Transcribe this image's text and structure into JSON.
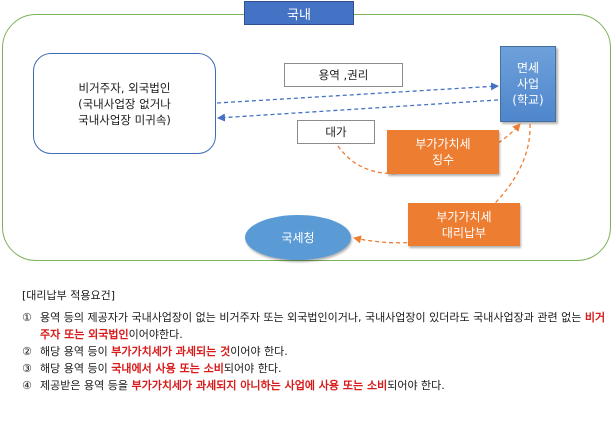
{
  "region": {
    "title": "국내"
  },
  "foreign_supplier": {
    "lines": [
      "비거주자, 외국법인",
      "(국내사업장 없거나",
      "국내사업장 미귀속)"
    ]
  },
  "dutyfree_business": {
    "lines": [
      "면세",
      "사업",
      "(학교)"
    ]
  },
  "tax_office": {
    "label": "국세청"
  },
  "flow_labels": {
    "services": "용역 ,권리",
    "payment": "대가"
  },
  "vat_collection": {
    "lines": [
      "부가가치세",
      "징수"
    ]
  },
  "vat_proxy_payment": {
    "lines": [
      "부가가치세",
      "대리납부"
    ]
  },
  "conditions": {
    "title": "[대리납부 적용요건]",
    "items": [
      {
        "num": "①",
        "parts": [
          {
            "text": "용역 등의 제공자가 국내사업장이 없는 비거주자 또는 외국법인이거나, 국내사업장이 있더라도 국내사업장과 관련 없는 ",
            "hl": false
          },
          {
            "text": "비거주자 또는 외국법인",
            "hl": true
          },
          {
            "text": "이어야한다.",
            "hl": false
          }
        ]
      },
      {
        "num": "②",
        "parts": [
          {
            "text": "해당 용역 등이 ",
            "hl": false
          },
          {
            "text": "부가가치세가 과세되는 것",
            "hl": true
          },
          {
            "text": "이어야 한다.",
            "hl": false
          }
        ]
      },
      {
        "num": "③",
        "parts": [
          {
            "text": "해당 용역 등이 ",
            "hl": false
          },
          {
            "text": "국내에서 사용 또는 소비",
            "hl": true
          },
          {
            "text": "되어야 한다.",
            "hl": false
          }
        ]
      },
      {
        "num": "④",
        "parts": [
          {
            "text": "제공받은 용역 등을 ",
            "hl": false
          },
          {
            "text": "부가가치세가 과세되지 아니하는 사업에 사용 또는 소비",
            "hl": true
          },
          {
            "text": "되어야 한다.",
            "hl": false
          }
        ]
      }
    ]
  },
  "colors": {
    "region_border": "#7cb25a",
    "box_blue": "#4472c4",
    "accent_orange": "#ed7d31",
    "highlight_red": "#d81b1b"
  }
}
